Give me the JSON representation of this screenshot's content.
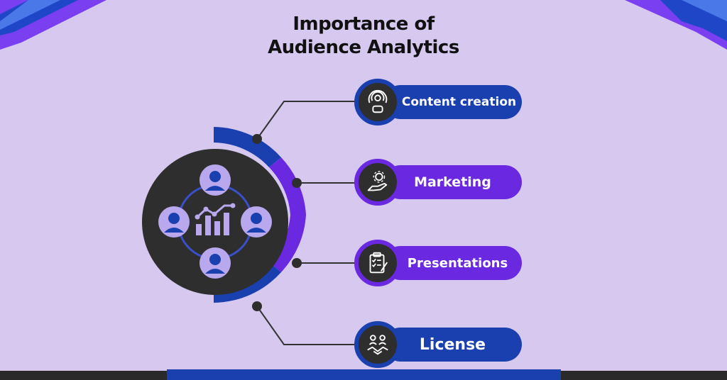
{
  "title": {
    "line1": "Importance of",
    "line2": "Audience Analytics"
  },
  "items": [
    {
      "label": "Content creation",
      "icon": "broadcast-user-icon",
      "color": "#1a3fae"
    },
    {
      "label": "Marketing",
      "icon": "hand-gear-icon",
      "color": "#6a28e0"
    },
    {
      "label": "Presentations",
      "icon": "clipboard-checklist-icon",
      "color": "#6a28e0"
    },
    {
      "label": "License",
      "icon": "handshake-icon",
      "color": "#1a3fae"
    }
  ],
  "hub": {
    "icon": "analytics-audience-icon",
    "users": 4
  },
  "colors": {
    "background": "#d6c8ef",
    "blue": "#1a3fae",
    "purple": "#6a28e0",
    "dark": "#2e2e2e",
    "lavender": "#b9a8ee",
    "connector": "#333333"
  }
}
